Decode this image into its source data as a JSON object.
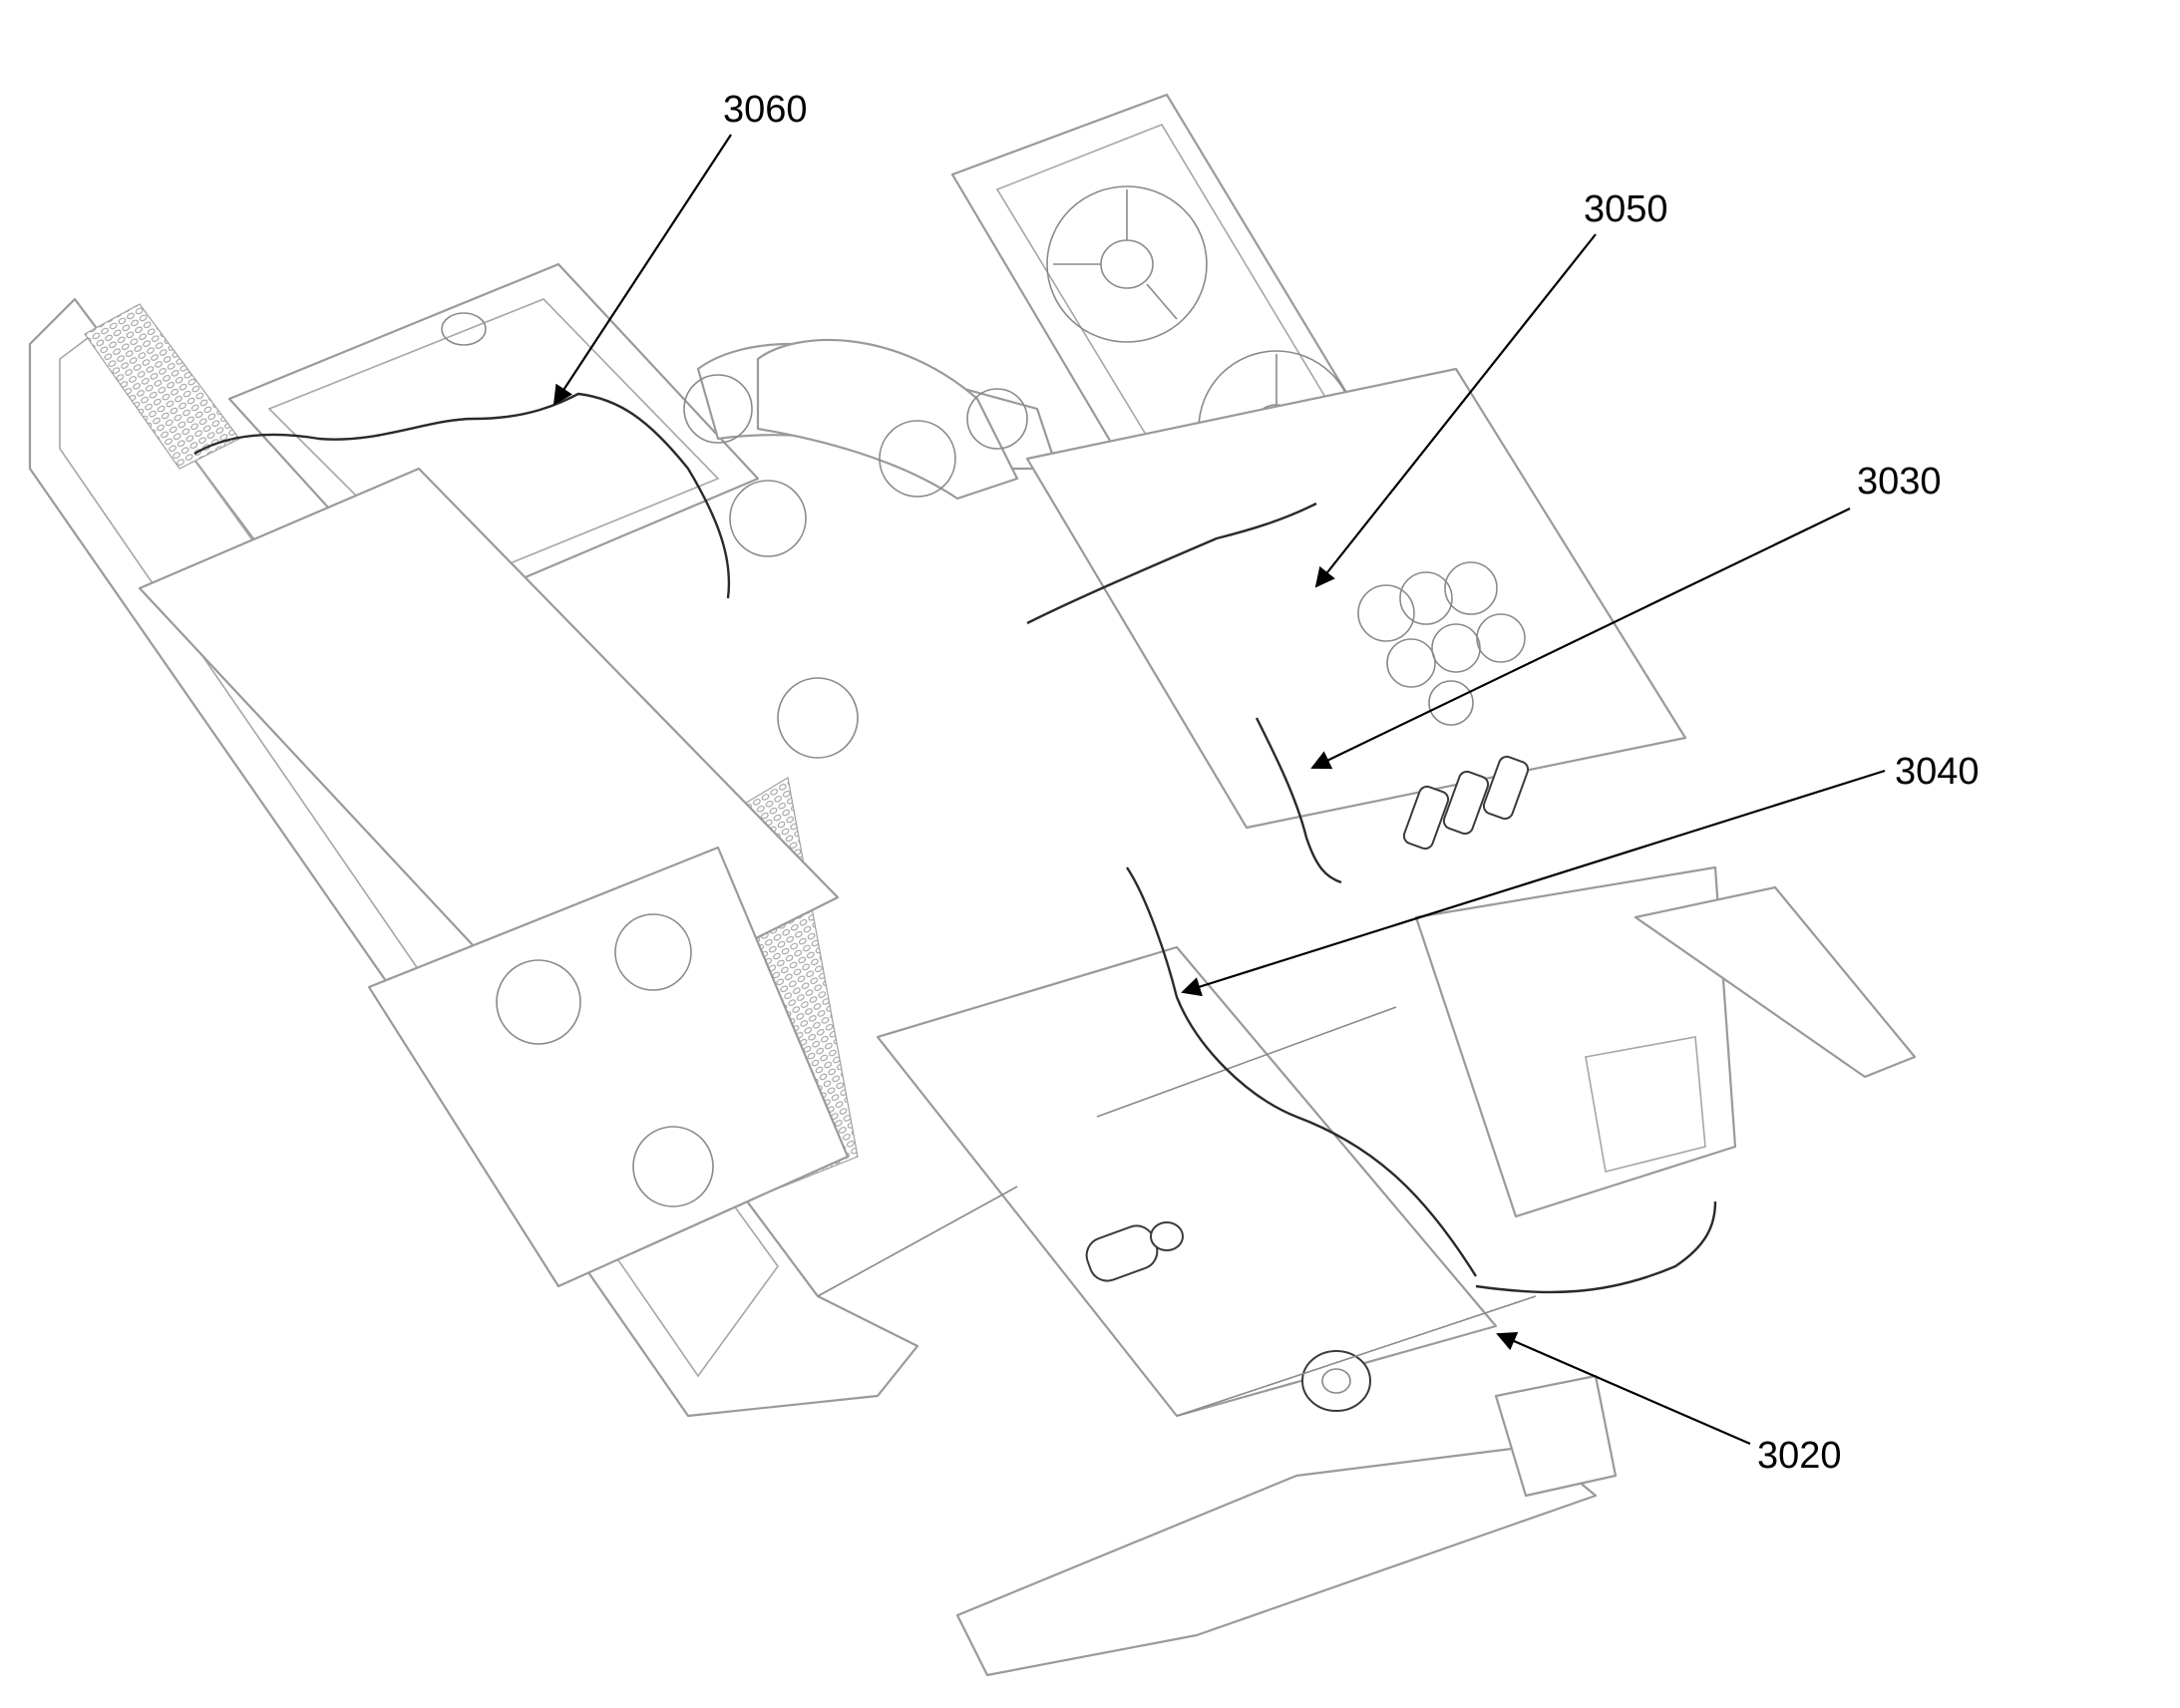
{
  "figure": {
    "background": "#ffffff",
    "line_color": "#9a9a9a",
    "harness_color": "#2a2a2a"
  },
  "callouts": [
    {
      "id": "3060",
      "label": "3060"
    },
    {
      "id": "3050",
      "label": "3050"
    },
    {
      "id": "3030",
      "label": "3030"
    },
    {
      "id": "3040",
      "label": "3040"
    },
    {
      "id": "3020",
      "label": "3020"
    }
  ]
}
